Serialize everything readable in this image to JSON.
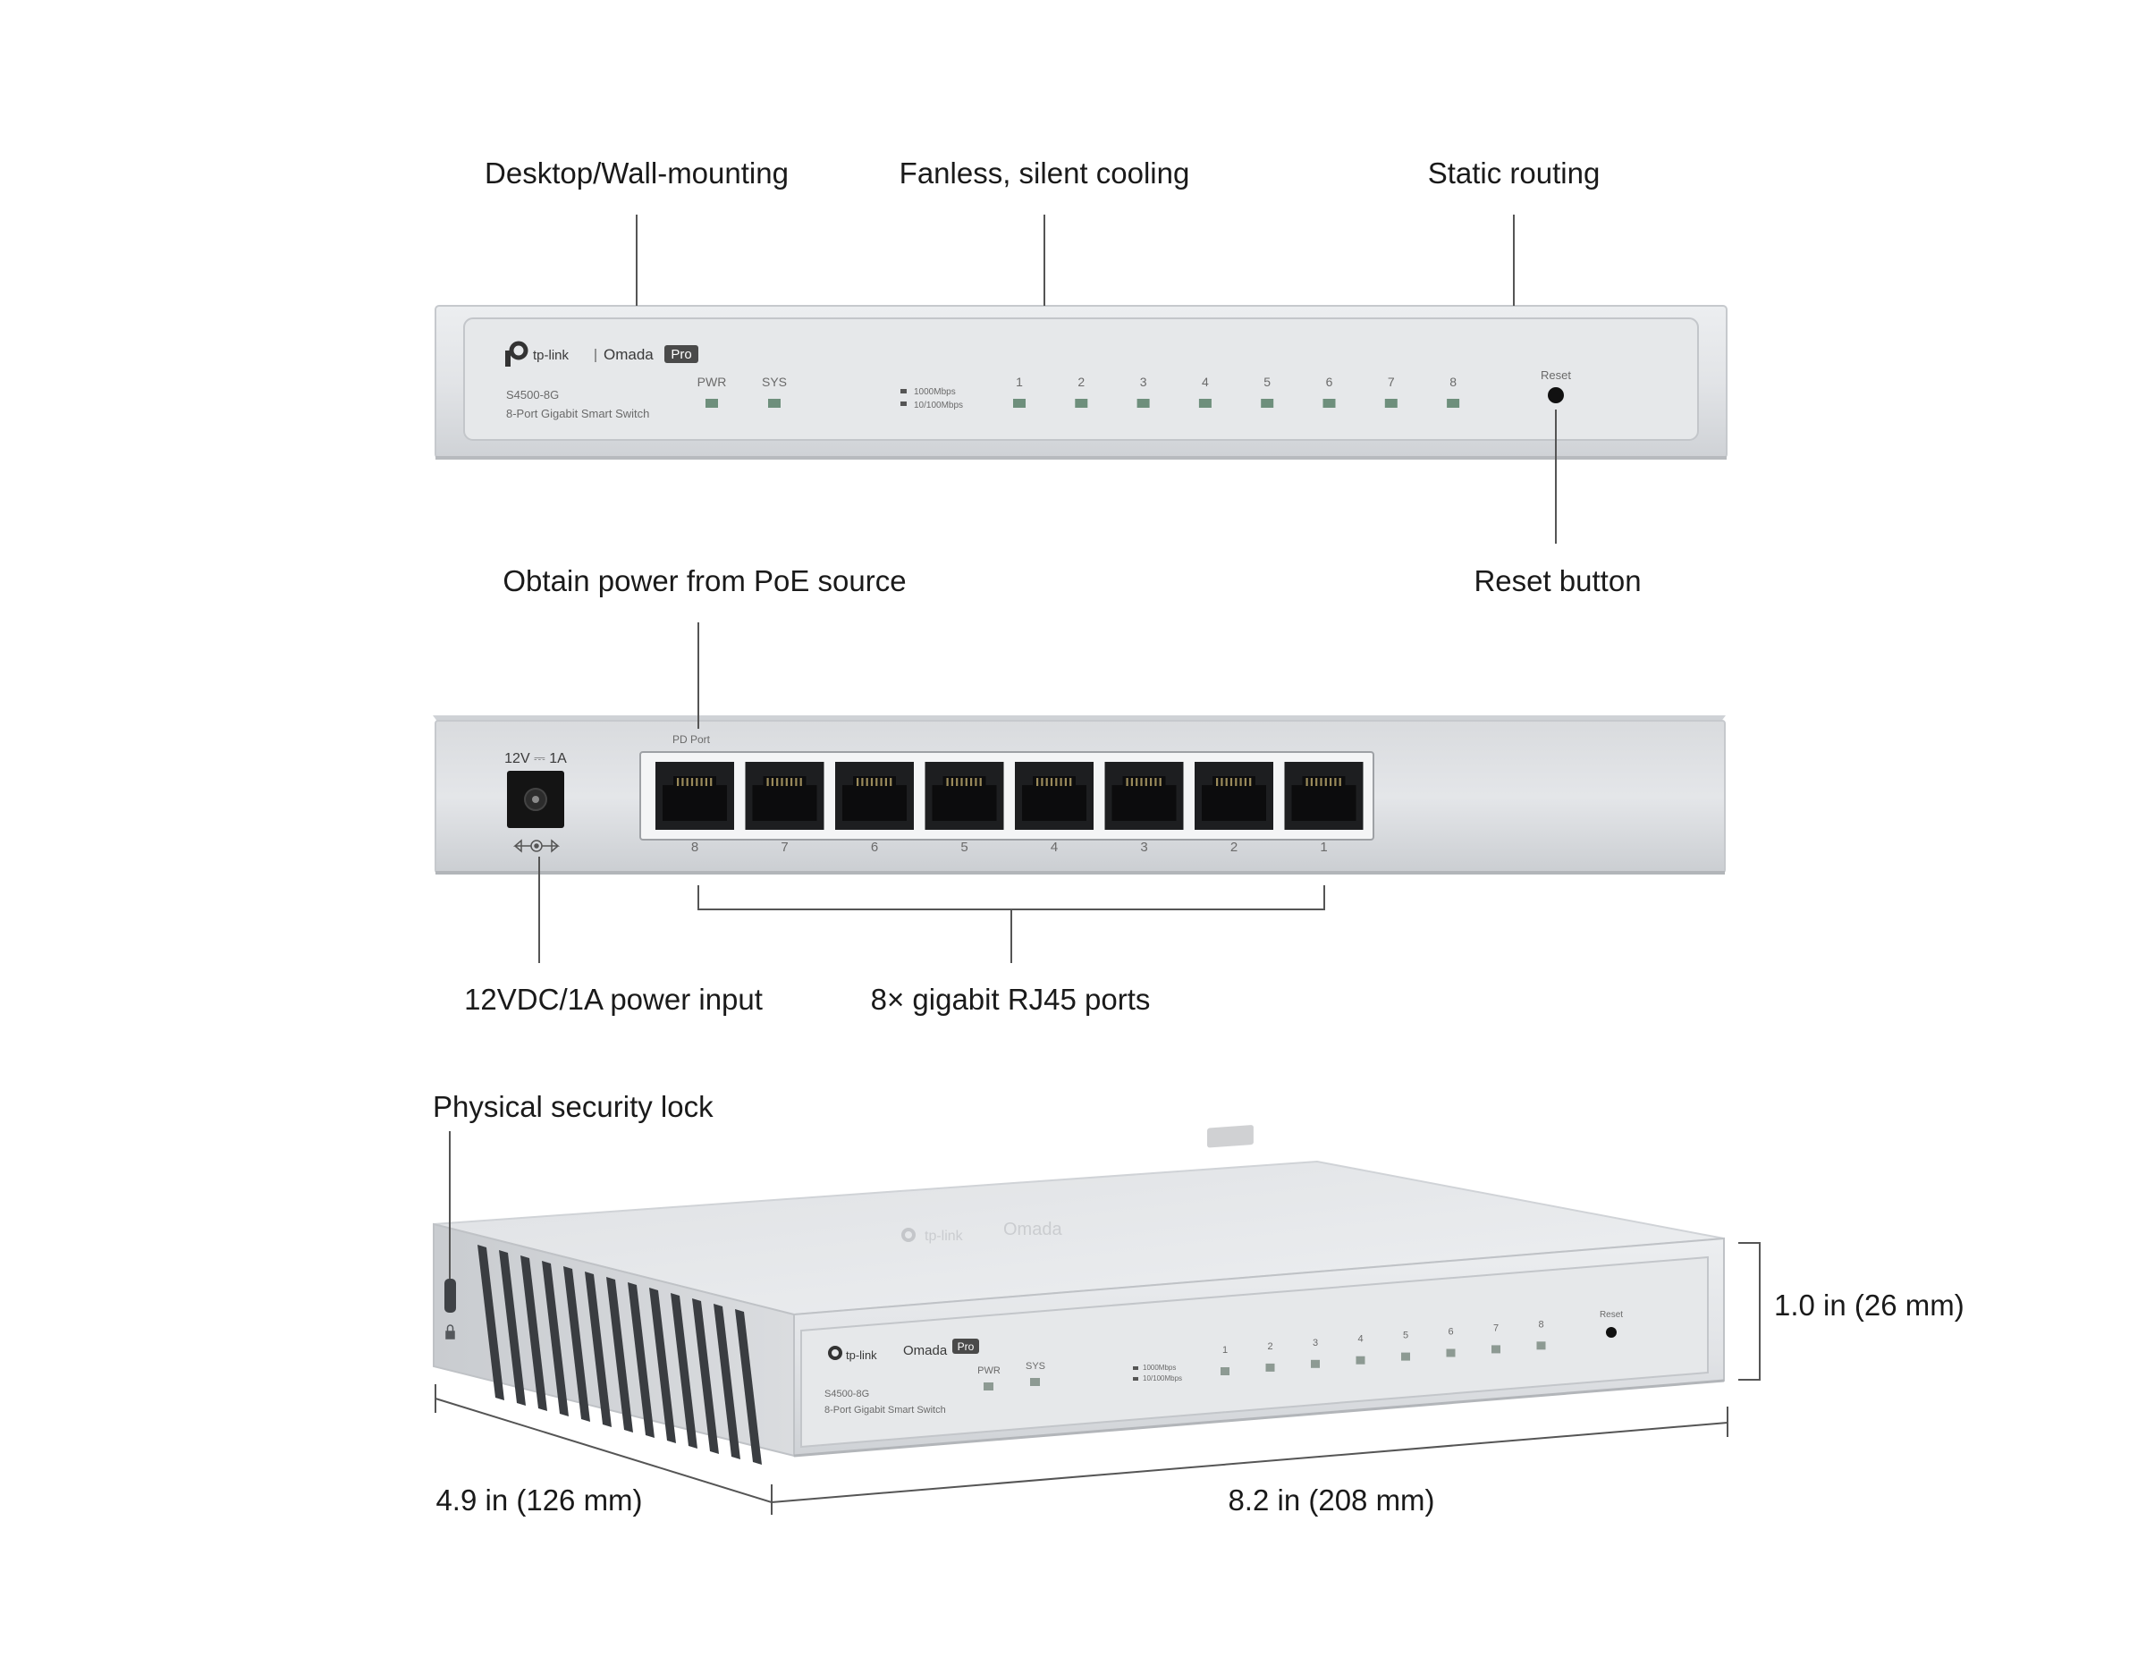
{
  "callouts": {
    "desktop_wall": "Desktop/Wall-mounting",
    "fanless": "Fanless, silent cooling",
    "static_routing": "Static routing",
    "reset_button": "Reset button",
    "poe_source": "Obtain power from PoE source",
    "power_input": "12VDC/1A power input",
    "rj45_ports": "8× gigabit RJ45 ports",
    "security_lock": "Physical security lock",
    "height": "1.0 in (26 mm)",
    "depth": "4.9 in (126 mm)",
    "width": "8.2 in (208 mm)"
  },
  "front_panel": {
    "brand": "tp-link",
    "product_line": "Omada",
    "badge": "Pro",
    "model": "S4500-8G",
    "description": "8-Port Gigabit Smart Switch",
    "led_pwr": "PWR",
    "led_sys": "SYS",
    "speed_1000": "1000Mbps",
    "speed_10_100": "10/100Mbps",
    "port_numbers": [
      "1",
      "2",
      "3",
      "4",
      "5",
      "6",
      "7",
      "8"
    ],
    "reset_label": "Reset"
  },
  "rear_panel": {
    "power_rating": "12V ⎓ 1A",
    "pd_port_label": "PD Port",
    "port_numbers": [
      "8",
      "7",
      "6",
      "5",
      "4",
      "3",
      "2",
      "1"
    ]
  },
  "colors": {
    "chassis": "#e3e5e7",
    "chassis_edge": "#c8cbcf",
    "panel": "#dcdee1",
    "led": "#6e8f7c",
    "line": "#555555"
  }
}
